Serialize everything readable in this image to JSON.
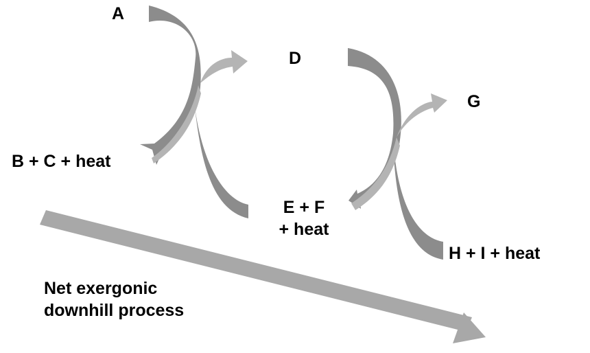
{
  "labels": {
    "a": "A",
    "bc": "B + C + heat",
    "d": "D",
    "ef_line1": "E + F",
    "ef_line2": "+ heat",
    "g": "G",
    "hi": "H + I + heat",
    "net_line1": "Net exergonic",
    "net_line2": "downhill process"
  },
  "colors": {
    "dark_arrow": "#8c8c8c",
    "light_arrow": "#b4b4b4",
    "net_arrow": "#a8a8a8",
    "text": "#000000"
  }
}
